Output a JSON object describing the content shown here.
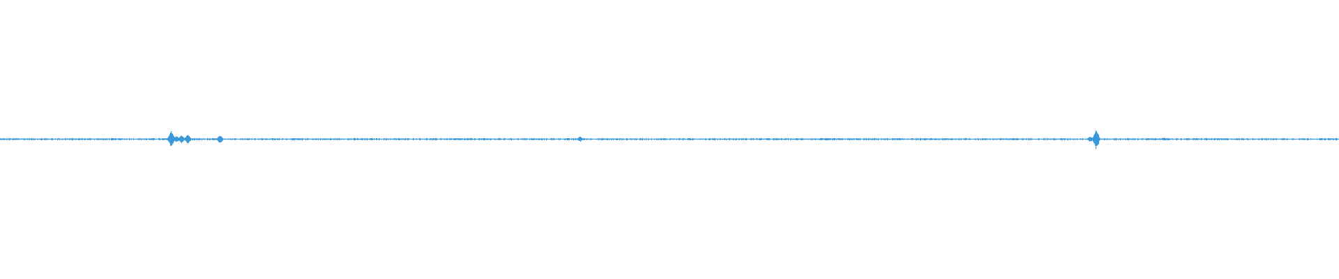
{
  "waveform": {
    "color": "#3a9ad9",
    "amplitude": {
      "baseline": 0.0,
      "noise_level": 0.006,
      "peaks": [
        {
          "position": 0.1277,
          "level": 0.07
        },
        {
          "position": 0.1315,
          "level": 0.025
        },
        {
          "position": 0.1355,
          "level": 0.03
        },
        {
          "position": 0.14,
          "level": 0.035
        },
        {
          "position": 0.164,
          "level": 0.03
        },
        {
          "position": 0.433,
          "level": 0.02
        },
        {
          "position": 0.8185,
          "level": 0.075
        },
        {
          "position": 0.814,
          "level": 0.02
        },
        {
          "position": 0.869,
          "level": 0.012
        }
      ]
    }
  }
}
